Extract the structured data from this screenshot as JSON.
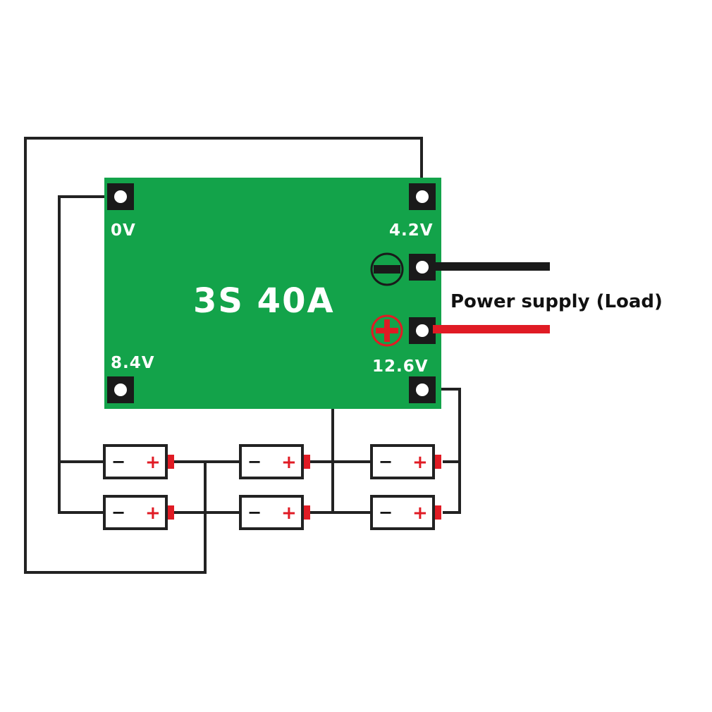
{
  "board": {
    "title": "3S 40A",
    "color": "#13a34a",
    "terminals": {
      "zero": "0V",
      "four_two": "4.2V",
      "eight_four": "8.4V",
      "twelve_six": "12.6V"
    }
  },
  "load": {
    "label": "Power supply (Load)",
    "negative_wire_color": "#1a1a1a",
    "positive_wire_color": "#e01b24"
  },
  "cells": {
    "minus_symbol": "−",
    "plus_symbol": "+",
    "items": [
      {
        "group": 1,
        "row": 1
      },
      {
        "group": 2,
        "row": 1
      },
      {
        "group": 3,
        "row": 1
      },
      {
        "group": 1,
        "row": 2
      },
      {
        "group": 2,
        "row": 2
      },
      {
        "group": 3,
        "row": 2
      }
    ]
  }
}
